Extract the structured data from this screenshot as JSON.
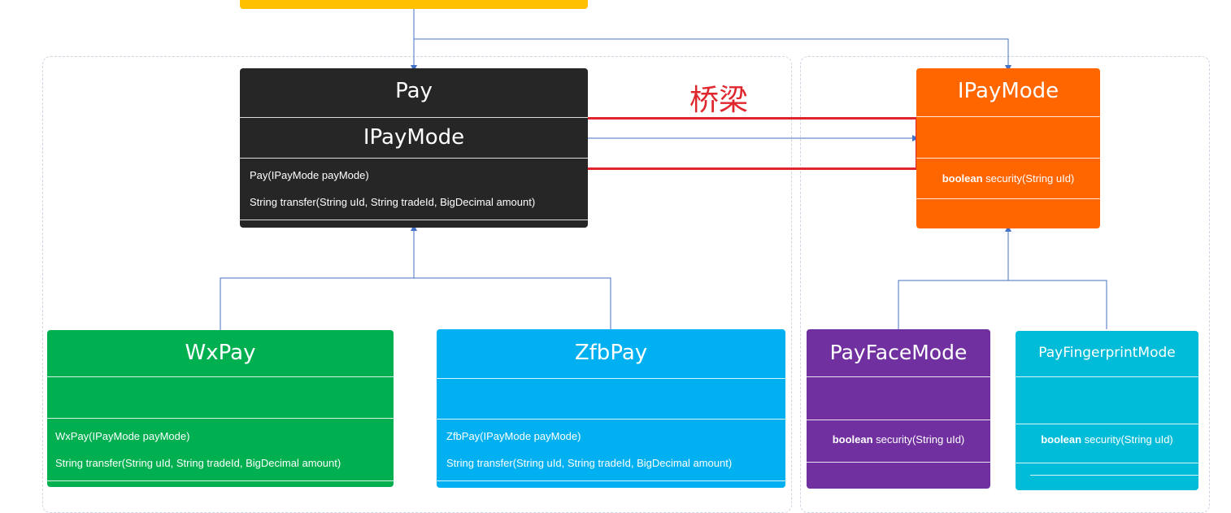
{
  "bridge_label": "桥梁",
  "colors": {
    "top_bar": "#ffc000",
    "pay": "#262626",
    "ipaymode": "#ff6600",
    "wxpay": "#00b050",
    "zfbpay": "#00b0f0",
    "payface": "#7030a0",
    "payfingerprint": "#00bcd9",
    "bridge": "#e0262d",
    "connector": "#4472c4"
  },
  "pay": {
    "name": "Pay",
    "field": "IPayMode",
    "methods": [
      "Pay(IPayMode payMode)",
      "String transfer(String uId, String tradeId, BigDecimal amount)"
    ]
  },
  "ipaymode": {
    "name": "IPayMode",
    "method_keyword": "boolean",
    "method_rest": " security(String uId)"
  },
  "wxpay": {
    "name": "WxPay",
    "methods": [
      "WxPay(IPayMode payMode)",
      "String transfer(String uId, String tradeId, BigDecimal amount)"
    ]
  },
  "zfbpay": {
    "name": "ZfbPay",
    "methods": [
      "ZfbPay(IPayMode payMode)",
      "String transfer(String uId, String tradeId, BigDecimal amount)"
    ]
  },
  "payface": {
    "name": "PayFaceMode",
    "method_keyword": "boolean",
    "method_rest": " security(String uId)"
  },
  "payfingerprint": {
    "name": "PayFingerprintMode",
    "method_keyword": "boolean",
    "method_rest": " security(String uId)"
  }
}
